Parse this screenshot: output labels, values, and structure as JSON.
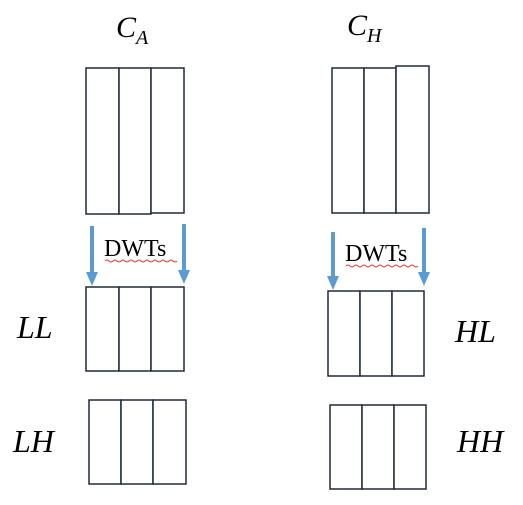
{
  "title_left": {
    "base": "C",
    "sub": "A"
  },
  "title_right": {
    "base": "C",
    "sub": "H"
  },
  "transform_left": "DWTs",
  "transform_right": "DWTs",
  "subbands": {
    "ll": "LL",
    "lh": "LH",
    "hl": "HL",
    "hh": "HH"
  },
  "colors": {
    "arrow": "#5b9bd5",
    "outline": "#1f2a3a",
    "spellcheck_underline": "#e03a3a"
  }
}
